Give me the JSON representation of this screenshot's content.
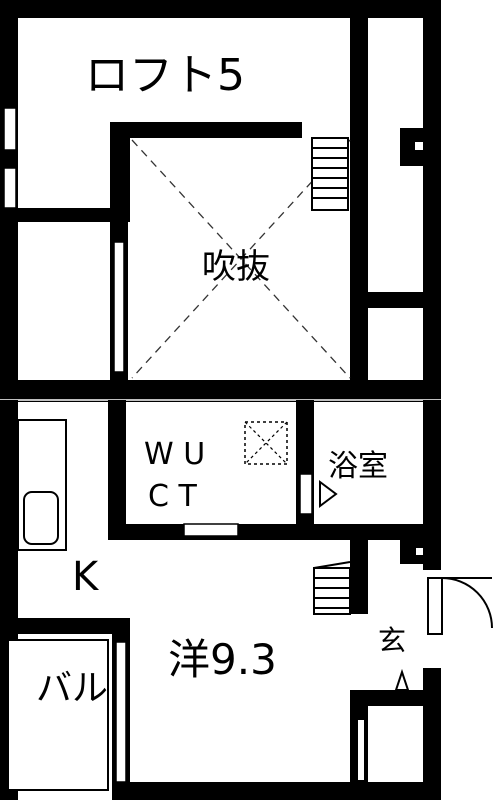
{
  "floors": {
    "loft": {
      "room_label": "ロフト5",
      "void_label": "吹抜"
    },
    "main": {
      "kitchen_label": "K",
      "western_room_label": "洋9.3",
      "balcony_label": "バル",
      "bath_label": "浴室",
      "toilet_label_top": "W U",
      "toilet_label_bottom": "C T",
      "entrance_label": "玄"
    }
  },
  "colors": {
    "wall": "#000000",
    "background": "#ffffff",
    "line": "#333333"
  }
}
